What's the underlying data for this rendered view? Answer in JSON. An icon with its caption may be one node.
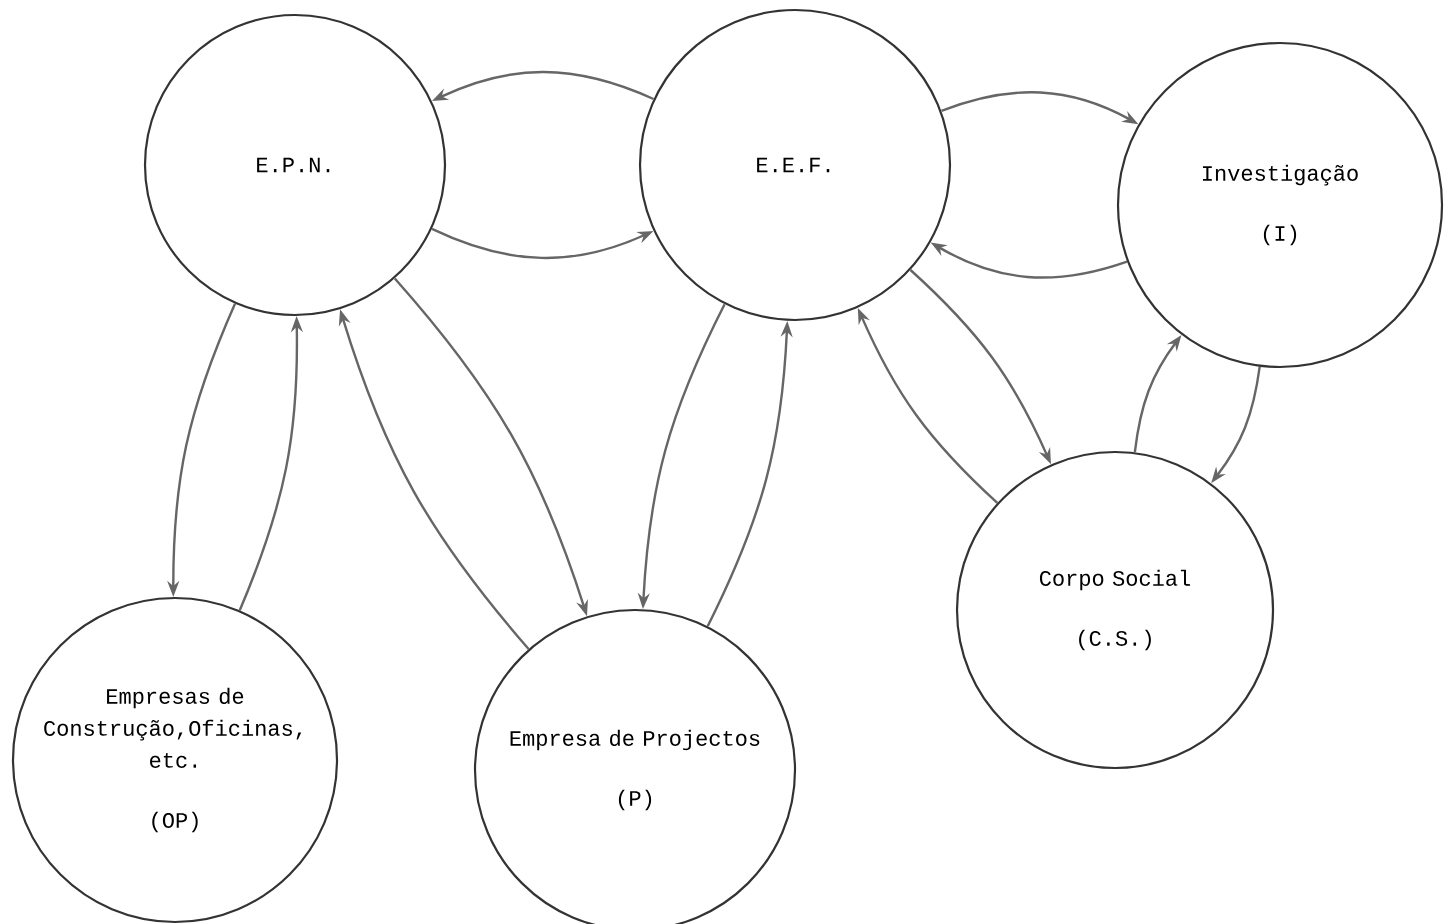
{
  "diagram": {
    "nodes": [
      {
        "text": [
          "E.P.N."
        ]
      },
      {
        "text": [
          "E.E.F."
        ]
      },
      {
        "text": [
          "Investigação",
          "(I)"
        ]
      },
      {
        "text": [
          "Corpo Social",
          "(C.S.)"
        ]
      },
      {
        "text": [
          "Empresas de Construção,Oficinas, etc.",
          "(OP)"
        ]
      },
      {
        "text": [
          "Empresa de Projectos",
          "(P)"
        ]
      }
    ],
    "edges": [
      {
        "from": 1,
        "to": 0,
        "arrow": "to"
      },
      {
        "from": 0,
        "to": 1,
        "arrow": "to"
      },
      {
        "from": 1,
        "to": 2,
        "arrow": "to"
      },
      {
        "from": 2,
        "to": 1,
        "arrow": "to"
      },
      {
        "from": 0,
        "to": 4,
        "arrow": "to"
      },
      {
        "from": 4,
        "to": 0,
        "arrow": "to"
      },
      {
        "from": 5,
        "to": 0,
        "arrow": "to"
      },
      {
        "from": 0,
        "to": 5,
        "arrow": "to"
      },
      {
        "from": 1,
        "to": 5,
        "arrow": "to"
      },
      {
        "from": 5,
        "to": 1,
        "arrow": "to"
      },
      {
        "from": 3,
        "to": 1,
        "arrow": "to"
      },
      {
        "from": 1,
        "to": 3,
        "arrow": "to"
      },
      {
        "from": 3,
        "to": 2,
        "arrow": "to"
      },
      {
        "from": 2,
        "to": 3,
        "arrow": "to"
      }
    ]
  }
}
